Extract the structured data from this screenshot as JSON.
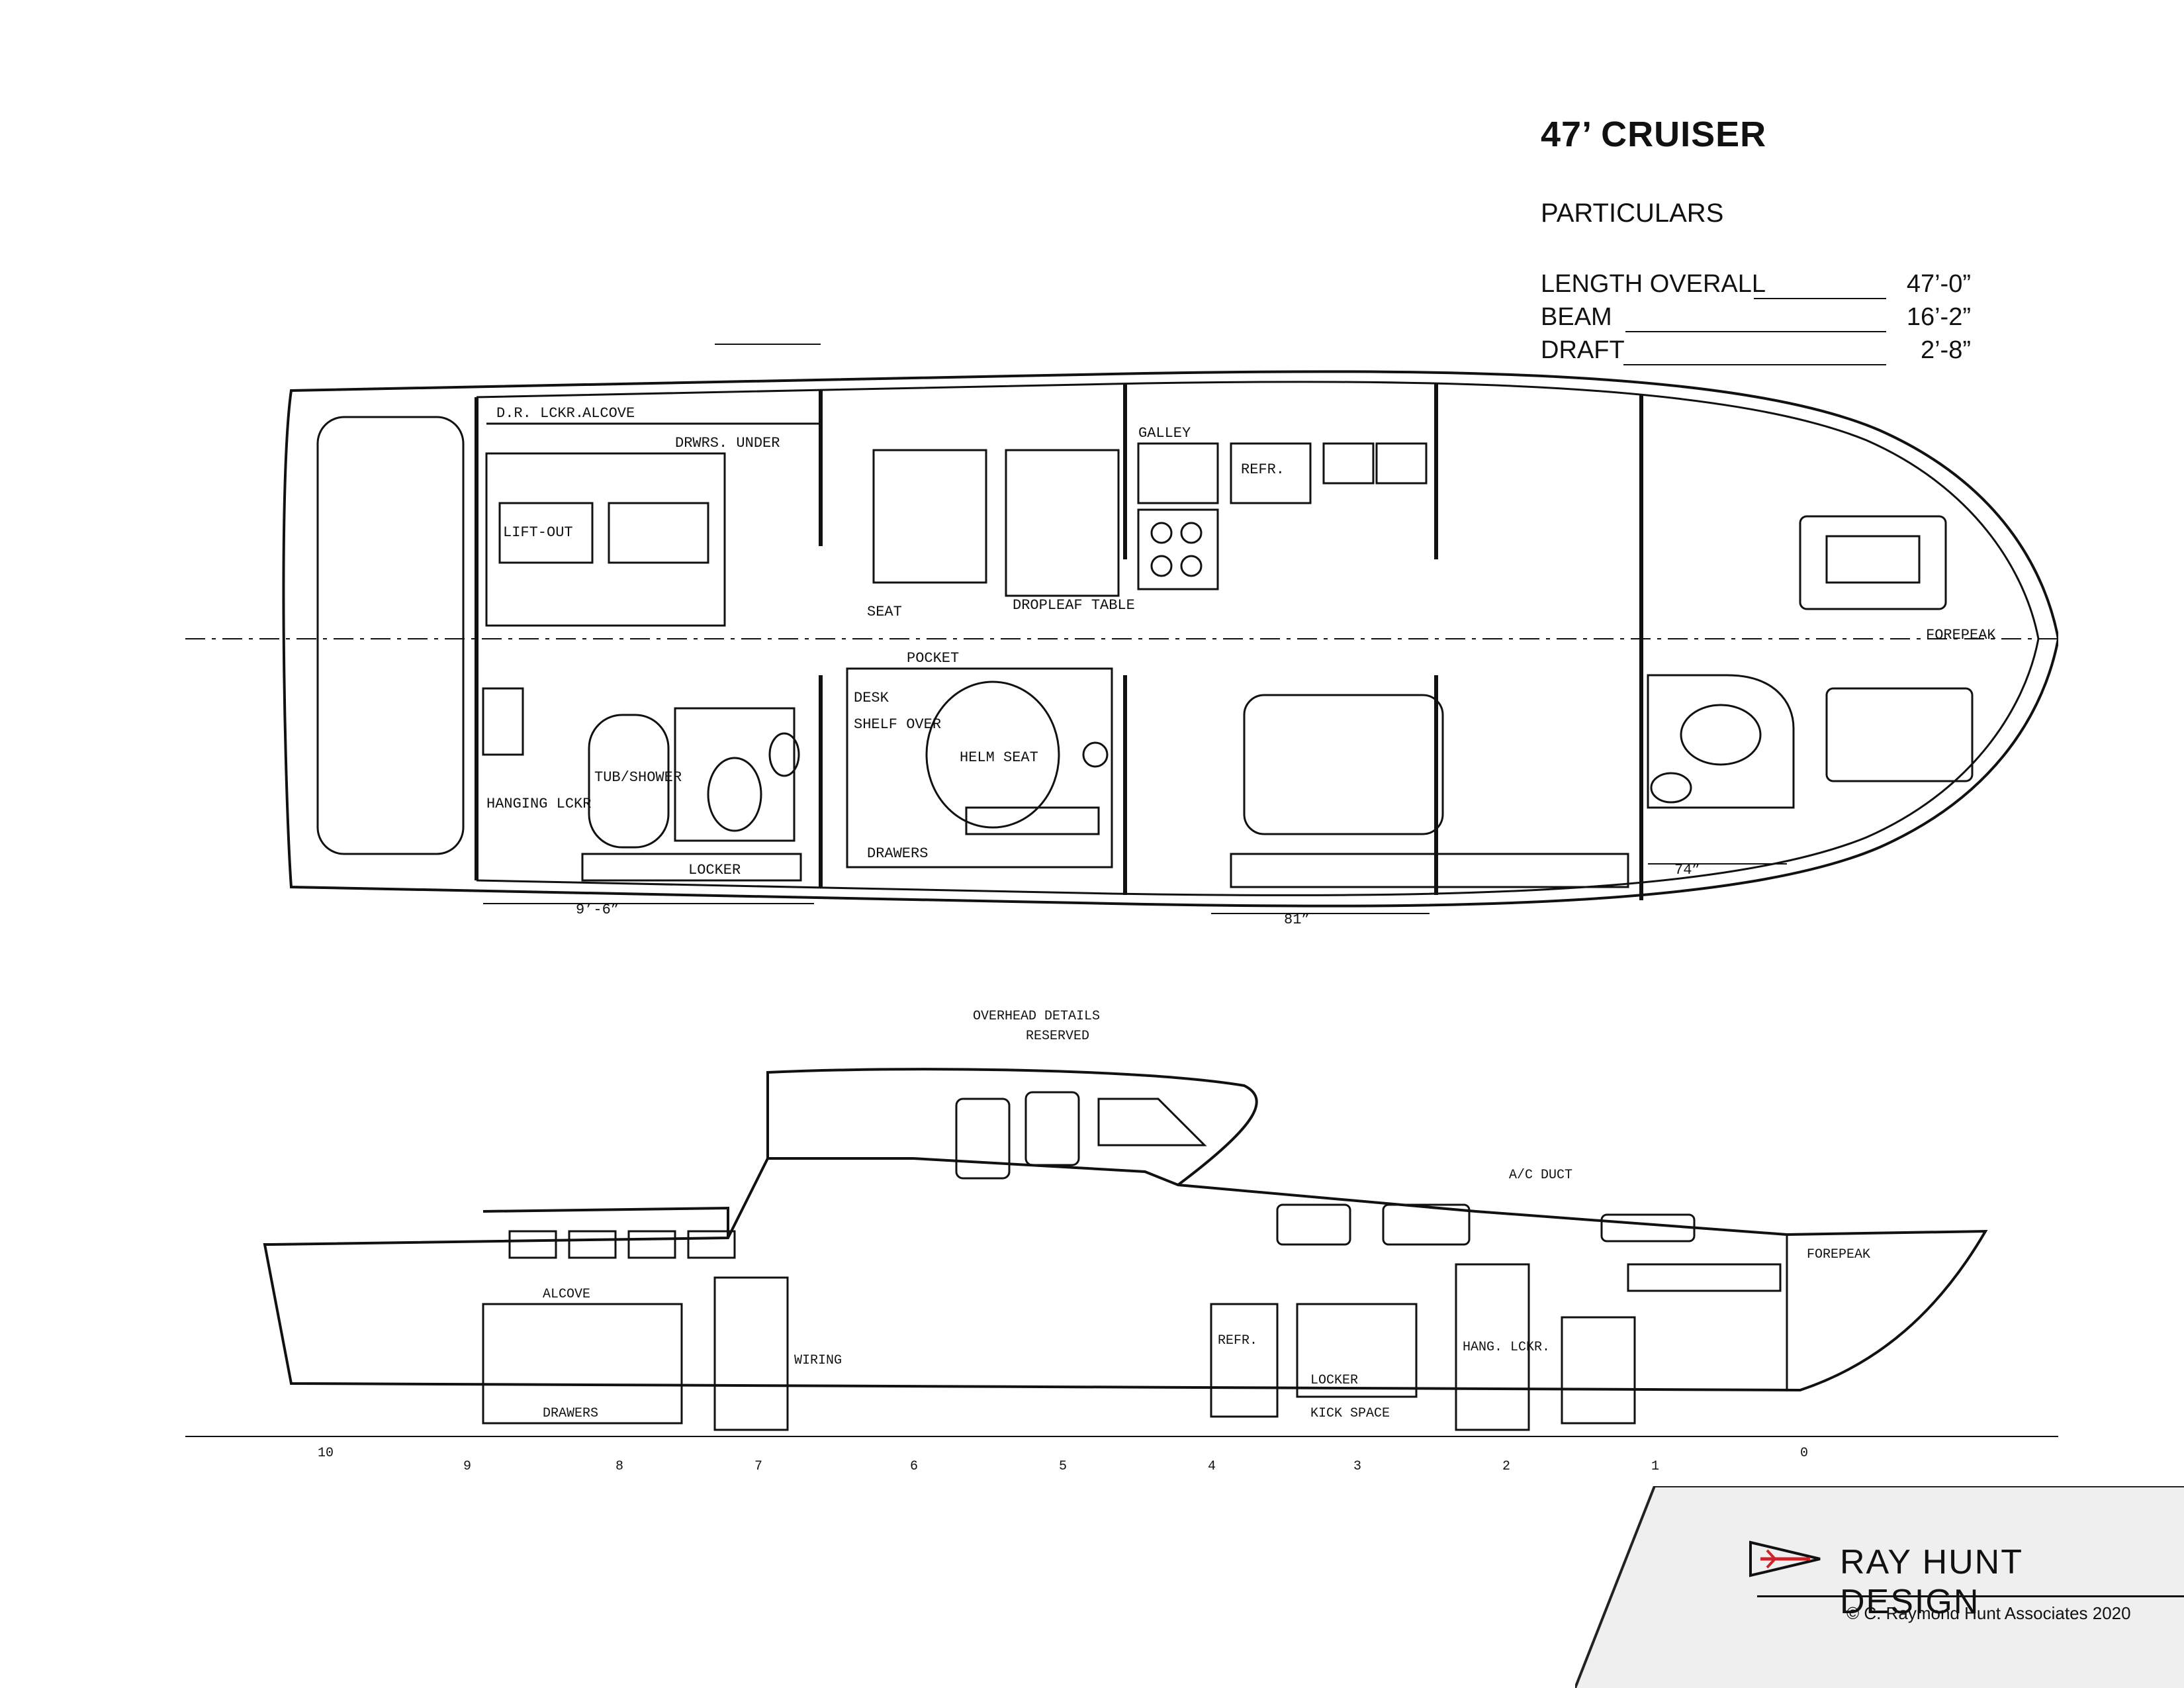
{
  "header": {
    "title": "47’ CRUISER",
    "subtitle": "PARTICULARS"
  },
  "particulars": [
    {
      "label": "LENGTH OVERALL",
      "value": "47’-0”"
    },
    {
      "label": "BEAM",
      "value": "16’-2”"
    },
    {
      "label": "DRAFT",
      "value": "2’-8”"
    }
  ],
  "plan_labels": {
    "forepeak": "FOREPEAK",
    "helm_seat": "HELM SEAT",
    "dropleaf_table": "DROPLEAF TABLE",
    "galley": "GALLEY",
    "refr": "REFR.",
    "desk": "DESK",
    "shelf_over": "SHELF OVER",
    "drawers": "DRAWERS",
    "seat": "SEAT",
    "pocket": "POCKET",
    "tub_shower": "TUB/SHOWER",
    "hanging_lckr": "HANGING LCKR",
    "dr_lckr": "D.R. LCKR.",
    "alcove": "ALCOVE",
    "drwrs_under": "DRWRS. UNDER",
    "lift_out": "LIFT-OUT",
    "locker": "LOCKER",
    "lazarette_dim": "9’-6”",
    "dim_81": "81”",
    "dim_74": "74”"
  },
  "profile_labels": {
    "overhead_details": "OVERHEAD DETAILS",
    "reserved": "RESERVED",
    "ac_duct": "A/C DUCT",
    "forepeak": "FOREPEAK",
    "kick_space": "KICK SPACE",
    "refr": "REFR.",
    "locker": "LOCKER",
    "hang_lckr": "HANG. LCKR.",
    "alcove": "ALCOVE",
    "drawers": "DRAWERS",
    "wiring": "WIRING"
  },
  "stations": [
    "10",
    "9",
    "8",
    "7",
    "6",
    "5",
    "4",
    "3",
    "2",
    "1",
    "0"
  ],
  "brand": {
    "name": "RAY HUNT DESIGN",
    "copyright": "© C. Raymond Hunt Associates 2020"
  },
  "colors": {
    "ink": "#111111",
    "flag_red": "#d0202a",
    "bar_grey": "#efefef"
  }
}
